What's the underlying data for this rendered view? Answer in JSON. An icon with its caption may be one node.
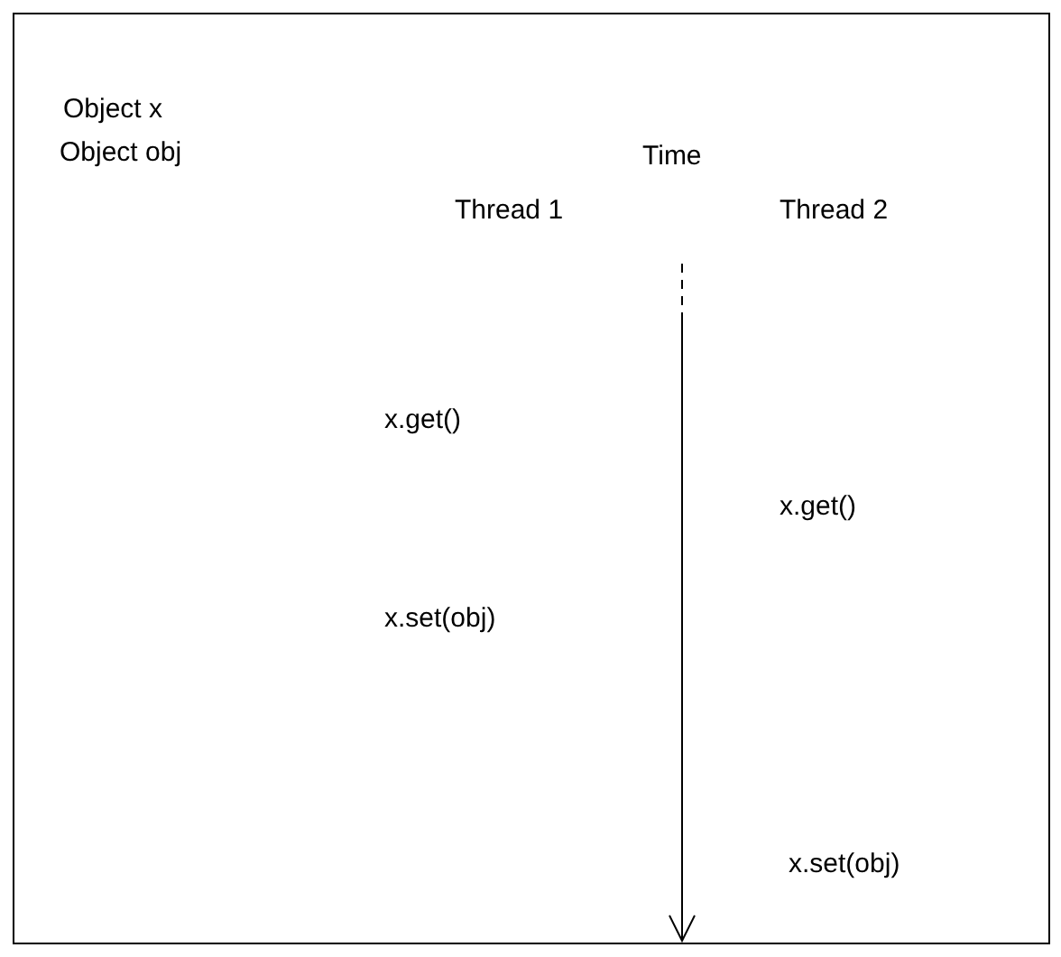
{
  "diagram": {
    "labels": [
      "Object x",
      "Object obj",
      "Time",
      "Thread 1",
      "Thread 2",
      "x.get()",
      "x.get()",
      "x.set(obj)",
      "x.set(obj)"
    ]
  }
}
